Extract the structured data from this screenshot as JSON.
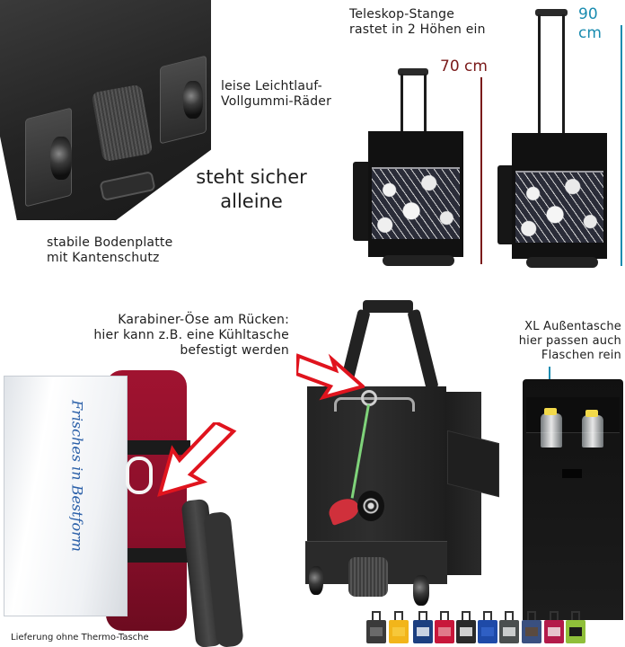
{
  "panels": {
    "base": {
      "label_wheels": [
        "leise Leichtlauf-",
        "Vollgummi-Räder"
      ],
      "label_stands": [
        "steht sicher",
        "alleine"
      ],
      "label_base_plate": [
        "stabile Bodenplatte",
        "mit Kantenschutz"
      ]
    },
    "telescope": {
      "label": [
        "Teleskop-Stange",
        "rastet in 2 Höhen ein"
      ],
      "height_low": "70 cm",
      "height_high": "90 cm",
      "color_low": "#7a1a1a",
      "color_high": "#1a8cb0"
    },
    "carabiner": {
      "label": [
        "Karabiner-Öse am Rücken:",
        "hier kann z.B. eine Kühltasche",
        "befestigt werden"
      ],
      "thermo_bag_script": "Frisches in Bestform",
      "footnote": "Lieferung ohne Thermo-Tasche",
      "arrow_color": "#e0141e"
    },
    "outer_pocket": {
      "label": [
        "XL Außentasche",
        "hier passen auch",
        "Flaschen rein"
      ],
      "pointer_color": "#1a8cb0"
    }
  },
  "color_variants": [
    {
      "name": "black-grey",
      "body": "#3a3a3a",
      "panel": "#6a6a6a"
    },
    {
      "name": "yellow",
      "body": "#f2b51a",
      "panel": "#f7c83a"
    },
    {
      "name": "navy-pattern",
      "body": "#1c3f80",
      "panel": "#c9d2e2"
    },
    {
      "name": "red-stripes",
      "body": "#c8163a",
      "panel": "#e07a8a"
    },
    {
      "name": "black-pattern",
      "body": "#2a2a2a",
      "panel": "#cfcfcf"
    },
    {
      "name": "blue",
      "body": "#1e4aa8",
      "panel": "#2f5fc4"
    },
    {
      "name": "grey-green",
      "body": "#4a4f4f",
      "panel": "#c9cccc"
    },
    {
      "name": "denim-brown",
      "body": "#3a5080",
      "panel": "#5a4a40"
    },
    {
      "name": "berry-pink",
      "body": "#b31a4a",
      "panel": "#e6c2cc"
    },
    {
      "name": "lime-black",
      "body": "#8fbf3a",
      "panel": "#1a1a1a"
    }
  ]
}
